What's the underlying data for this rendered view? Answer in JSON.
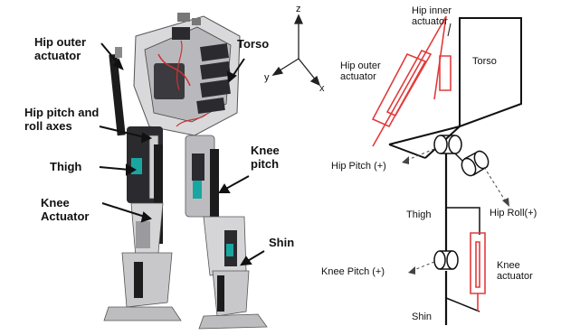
{
  "robot_photo": {
    "labels": {
      "hip_outer_actuator": "Hip outer\nactuator",
      "torso": "Torso",
      "hip_pitch_roll_axes": "Hip pitch and\nroll axes",
      "thigh": "Thigh",
      "knee_pitch": "Knee\npitch",
      "knee_actuator": "Knee\nActuator",
      "shin": "Shin"
    }
  },
  "axes": {
    "z": "z",
    "y": "y",
    "x": "x"
  },
  "schematic": {
    "labels": {
      "hip_inner_actuator": "Hip inner\nactuator",
      "hip_outer_actuator": "Hip outer\nactuator",
      "torso": "Torso",
      "hip_pitch": "Hip Pitch (+)",
      "thigh": "Thigh",
      "hip_roll": "Hip Roll(+)",
      "knee_pitch": "Knee Pitch (+)",
      "knee_actuator": "Knee\nactuator",
      "shin": "Shin"
    }
  },
  "colors": {
    "actuator_red": "#e23b3b",
    "frame_black": "#111111",
    "robot_dark": "#2b2b2f",
    "robot_teal": "#1aa6a0"
  }
}
